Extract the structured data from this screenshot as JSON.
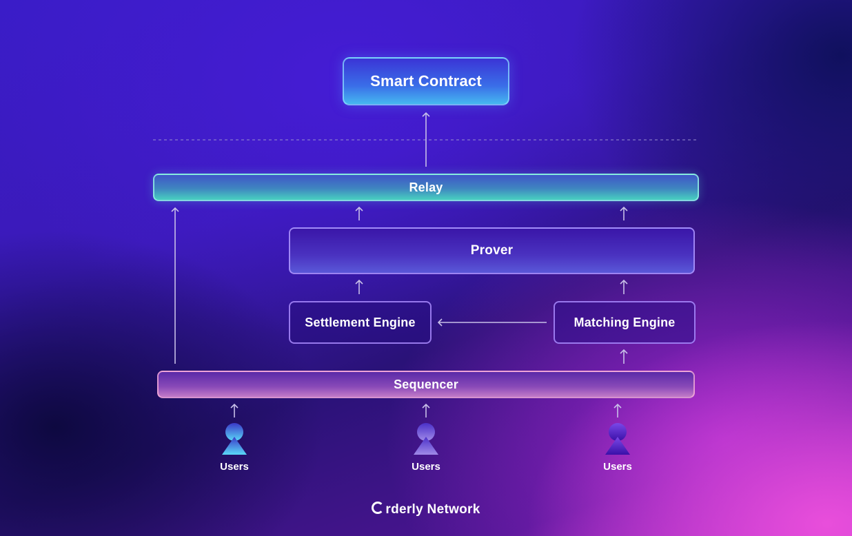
{
  "nodes": {
    "smart_contract": "Smart Contract",
    "relay": "Relay",
    "prover": "Prover",
    "settlement_engine": "Settlement Engine",
    "matching_engine": "Matching Engine",
    "sequencer": "Sequencer"
  },
  "users": [
    {
      "label": "Users",
      "color": "#4fc8f0"
    },
    {
      "label": "Users",
      "color": "#8a6ad8"
    },
    {
      "label": "Users",
      "color": "#5a2ad0"
    }
  ],
  "brand": {
    "name": "rderly Network",
    "icon": "orderly-o-icon"
  },
  "colors": {
    "arrow": "#c8c0e8",
    "divider": "#9a90d0"
  }
}
